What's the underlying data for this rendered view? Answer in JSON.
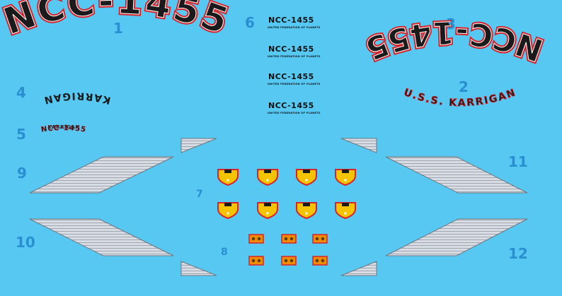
{
  "sheet": {
    "background": "#56c8f2",
    "number_color": "#2a8fd0",
    "decal_red": "#d8232a",
    "decal_yellow": "#f5c400",
    "decal_orange": "#f08a00"
  },
  "numbers": [
    "1",
    "2",
    "3",
    "4",
    "5",
    "6",
    "7",
    "8",
    "9",
    "10",
    "11",
    "12"
  ],
  "decals": {
    "registry": "NCC-1455",
    "name_caps": "KARRIGAN",
    "uss_name": "U.S.S. KARRIGAN",
    "small_name": "KARRIGAN",
    "small_registry": "NCC-1455",
    "federation": "UNITED FEDERATION OF PLANETS",
    "set6": [
      {
        "registry": "NCC-1455",
        "federation": "UNITED FEDERATION OF PLANETS"
      },
      {
        "registry": "NCC-1455",
        "federation": "UNITED FEDERATION OF PLANETS"
      },
      {
        "registry": "NCC-1455",
        "federation": "UNITED FEDERATION OF PLANETS"
      },
      {
        "registry": "NCC-1455",
        "federation": "UNITED FEDERATION OF PLANETS"
      }
    ]
  }
}
